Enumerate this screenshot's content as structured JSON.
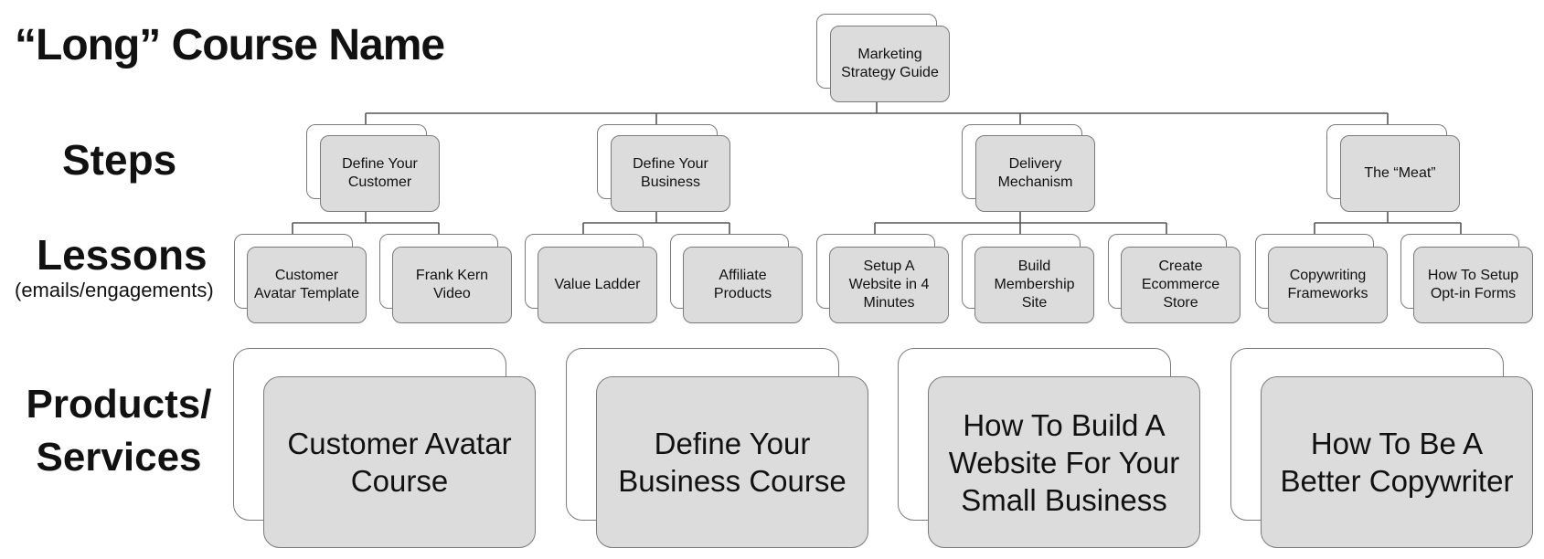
{
  "labels": {
    "title": "“Long” Course Name",
    "steps": "Steps",
    "lessons": "Lessons",
    "lessons_sub": "(emails/engagements)",
    "products_line1": "Products/",
    "products_line2": "Services"
  },
  "root": "Marketing Strategy Guide",
  "steps": [
    {
      "label": "Define Your Customer",
      "lessons": [
        "Customer Avatar Template",
        "Frank Kern Video"
      ]
    },
    {
      "label": "Define Your Business",
      "lessons": [
        "Value Ladder",
        "Affiliate Products"
      ]
    },
    {
      "label": "Delivery Mechanism",
      "lessons": [
        "Setup A Website in 4 Minutes",
        "Build Membership Site",
        "Create Ecommerce Store"
      ]
    },
    {
      "label": "The “Meat”",
      "lessons": [
        "Copywriting Frameworks",
        "How To Setup Opt-in Forms"
      ]
    }
  ],
  "products": [
    "Customer Avatar Course",
    "Define Your Business Course",
    "How To Build A Website For Your Small Business",
    "How To Be A Better Copywriter"
  ],
  "colors": {
    "box_fill": "#dcdcdc",
    "border": "#7a7a7a",
    "line": "#555555"
  }
}
